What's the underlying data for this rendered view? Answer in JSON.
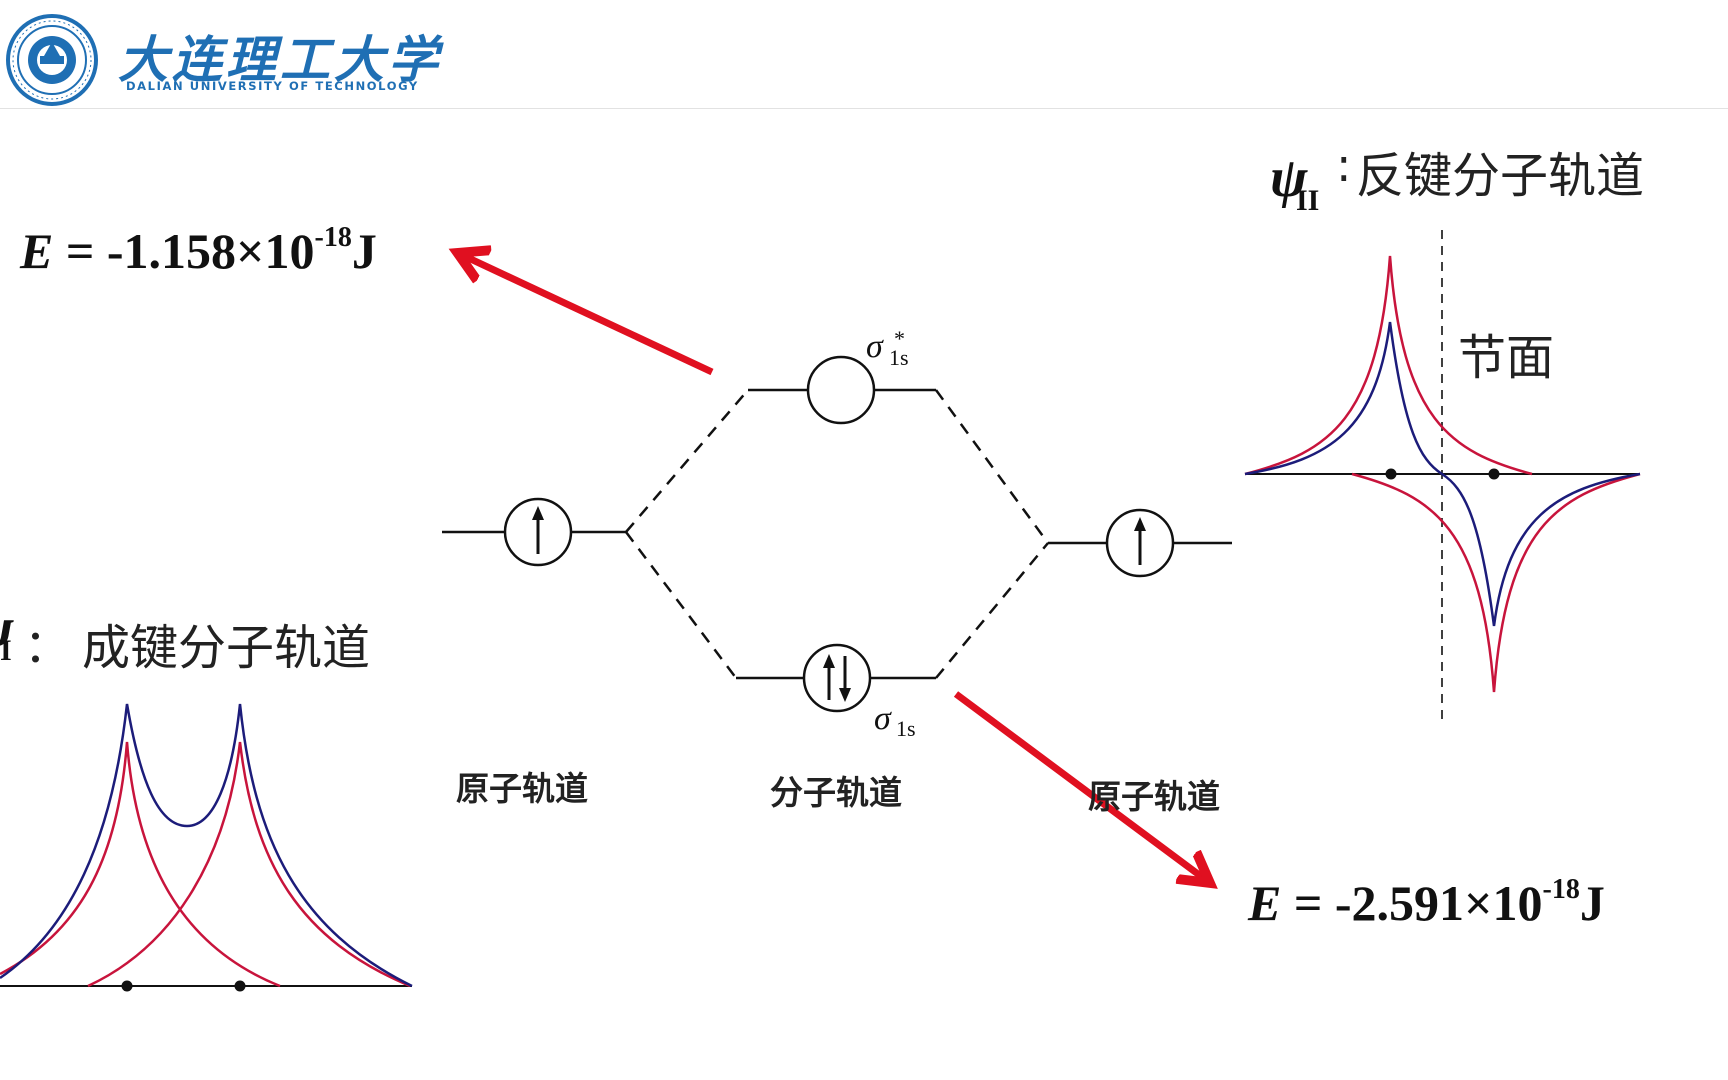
{
  "header": {
    "logo_cn": "大连理工大学",
    "logo_en": "DALIAN UNIVERSITY OF TECHNOLOGY",
    "brand_color": "#1f6fb4"
  },
  "energies": {
    "antibonding": {
      "E": "E",
      "eq": " = -1.158",
      "times": "×",
      "base": "10",
      "exp": "-18",
      "unit": "J"
    },
    "bonding": {
      "E": "E",
      "eq": " = -2.591",
      "times": "×",
      "base": "10",
      "exp": "-18",
      "unit": "J"
    }
  },
  "mo_diagram": {
    "left_label": "原子轨道",
    "center_label": "分子轨道",
    "right_label": "原子轨道",
    "sigma_star": {
      "symbol": "σ",
      "sub": "1s",
      "sup": "*"
    },
    "sigma": {
      "symbol": "σ",
      "sub": "1s"
    }
  },
  "right_panel": {
    "psi_symbol": "ψ",
    "psi_sub": "II",
    "colon": ":",
    "title": "反键分子轨道",
    "node_label": "节面"
  },
  "left_panel": {
    "psi_symbol": "ψ",
    "psi_sub": "I",
    "colon": "：",
    "title": "成键分子轨道"
  },
  "colors": {
    "arrow_red": "#e01020",
    "curve_red": "#c8143c",
    "curve_blue": "#1c1c7a"
  }
}
